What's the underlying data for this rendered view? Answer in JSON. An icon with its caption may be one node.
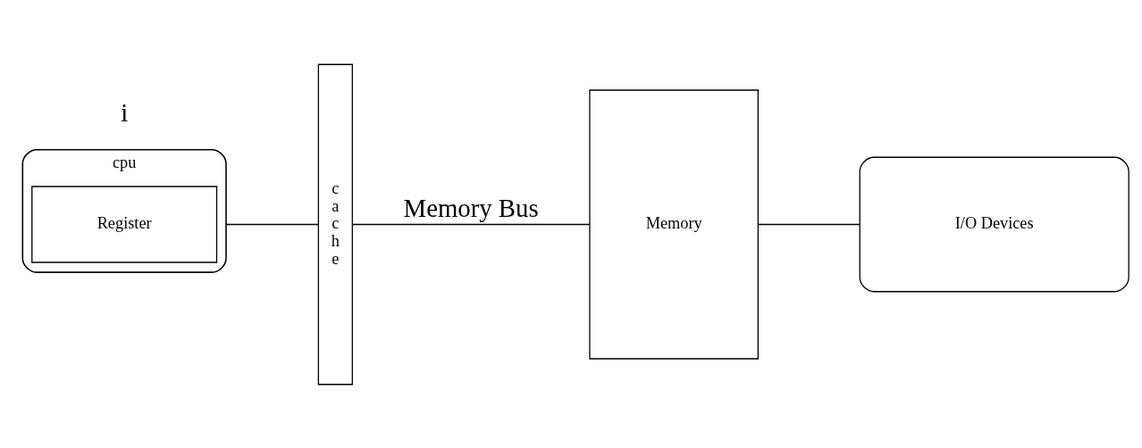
{
  "diagram": {
    "nodes": [
      {
        "text": [
          "cpu"
        ]
      },
      {
        "text": [
          "Register"
        ],
        "in": 0
      },
      {
        "text": [
          "c a c h e"
        ]
      },
      {
        "text": [
          "Memory"
        ]
      },
      {
        "text": [
          "I/O Devices"
        ]
      }
    ],
    "edges": [
      {
        "from": 0,
        "to": 2,
        "arrow": "none"
      },
      {
        "from": 2,
        "to": 3,
        "arrow": "none",
        "label": "Memory Bus"
      },
      {
        "from": 3,
        "to": 4,
        "arrow": "none"
      }
    ],
    "labels": [
      "i"
    ]
  }
}
